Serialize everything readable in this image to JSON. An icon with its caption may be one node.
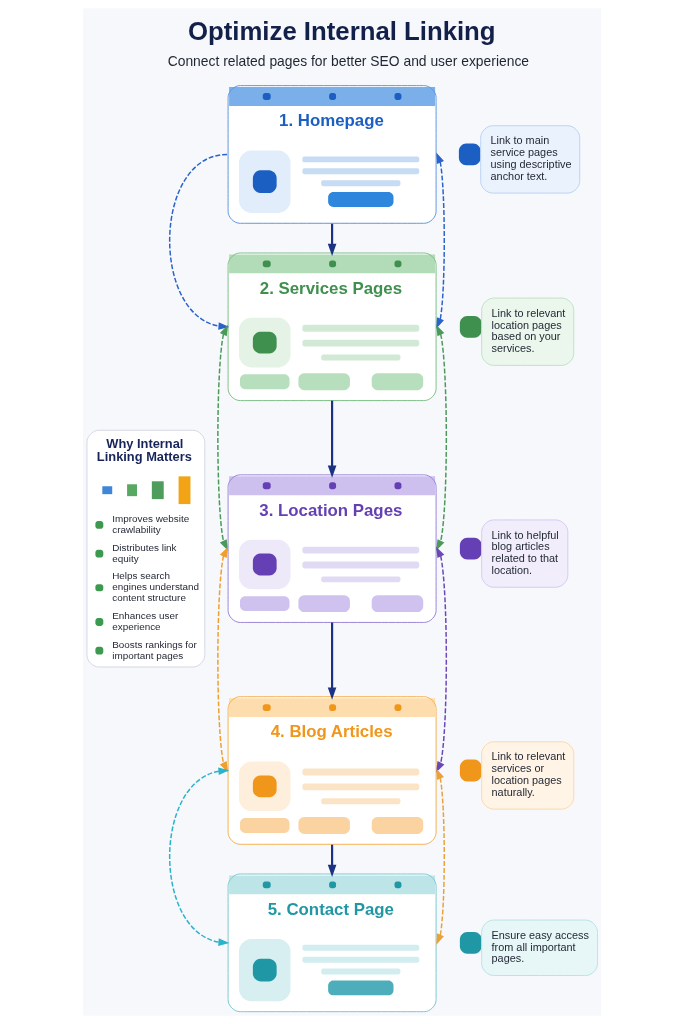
{
  "diagram": {
    "title": "Optimize Internal Linking",
    "caption": "Connect related pages for better SEO and user experience",
    "nodes": [
      {
        "text": [
          "1. Homepage"
        ]
      },
      {
        "text": [
          "2. Services Pages"
        ]
      },
      {
        "text": [
          "3. Location Pages"
        ]
      },
      {
        "text": [
          "4. Blog Articles"
        ]
      },
      {
        "text": [
          "5. Contact Page"
        ]
      },
      {
        "text": [
          "Why Internal Linking Matters",
          "Improves website crawlability",
          "Distributes link equity",
          "Helps search engines understand content structure",
          "Enhances user experience",
          "Boosts rankings for important pages"
        ]
      },
      {
        "text": [
          "Link to main service pages using descriptive anchor text."
        ]
      },
      {
        "text": [
          "Link to relevant location pages based on your services."
        ]
      },
      {
        "text": [
          "Link to helpful blog articles related to that location."
        ]
      },
      {
        "text": [
          "Link to relevant services or location pages naturally."
        ]
      },
      {
        "text": [
          "Ensure easy access from all important pages."
        ]
      }
    ],
    "edges": [
      {
        "from": 0,
        "to": 1,
        "arrow": "to",
        "style": "dashed",
        "color": "#2c63c9"
      },
      {
        "from": 0,
        "to": 1,
        "arrow": "both",
        "style": "dashed",
        "color": "#2c63c9"
      },
      {
        "from": 0,
        "to": 1,
        "arrow": "to",
        "color": "#1c3384"
      },
      {
        "from": 1,
        "to": 2,
        "arrow": "both",
        "style": "dashed",
        "color": "#4a9a5a"
      },
      {
        "from": 1,
        "to": 2,
        "arrow": "both",
        "style": "dashed",
        "color": "#4a9a5a"
      },
      {
        "from": 1,
        "to": 2,
        "arrow": "to",
        "color": "#1c3384"
      },
      {
        "from": 2,
        "to": 3,
        "arrow": "both",
        "style": "dashed",
        "color": "#ef9f2f"
      },
      {
        "from": 2,
        "to": 3,
        "arrow": "both",
        "style": "dashed",
        "color": "#6b47b8"
      },
      {
        "from": 2,
        "to": 3,
        "arrow": "to",
        "color": "#1c3384"
      },
      {
        "from": 3,
        "to": 4,
        "arrow": "both",
        "style": "dashed",
        "color": "#2bb3cc"
      },
      {
        "from": 3,
        "to": 4,
        "arrow": "both",
        "style": "dashed",
        "color": "#e9a23b"
      },
      {
        "from": 3,
        "to": 4,
        "arrow": "to",
        "color": "#1c3384"
      }
    ]
  }
}
